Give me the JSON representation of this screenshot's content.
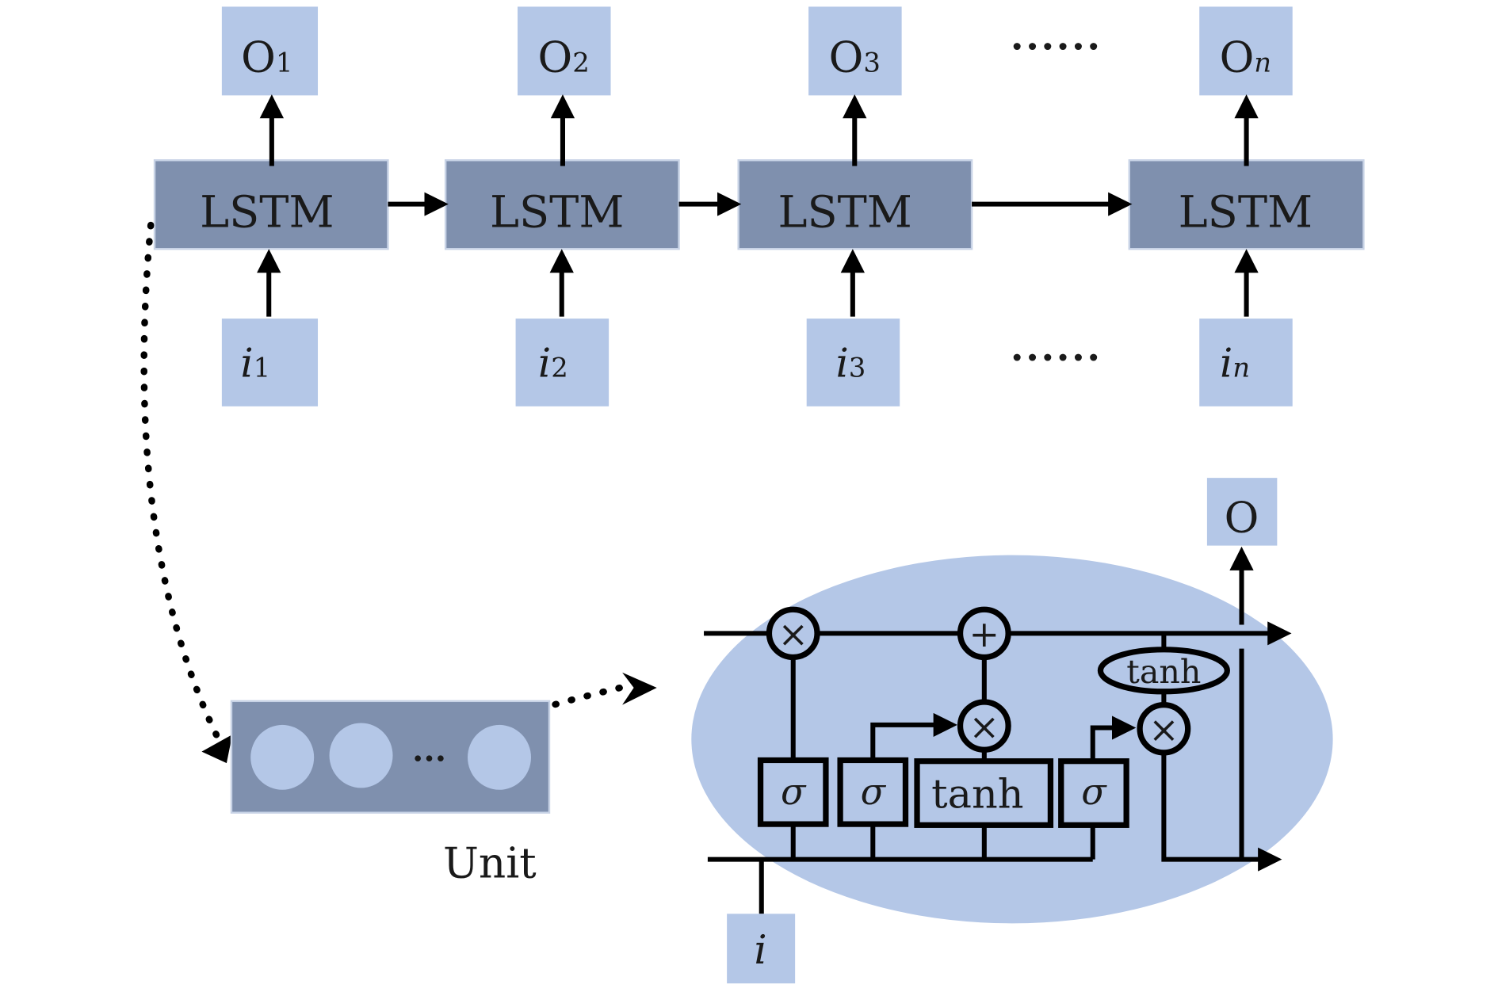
{
  "colors": {
    "light_box": "#b4c7e7",
    "dark_box": "#7f90ae",
    "cell_bg": "#b4c7e7",
    "line": "#000000"
  },
  "chain": {
    "cells": [
      {
        "label": "LSTM",
        "output": "O",
        "output_sub": "1",
        "input": "i",
        "input_sub": "1"
      },
      {
        "label": "LSTM",
        "output": "O",
        "output_sub": "2",
        "input": "i",
        "input_sub": "2"
      },
      {
        "label": "LSTM",
        "output": "O",
        "output_sub": "3",
        "input": "i",
        "input_sub": "3"
      },
      {
        "label": "LSTM",
        "output": "O",
        "output_sub": "n",
        "input": "i",
        "input_sub": "n"
      }
    ],
    "ellipsis": "......"
  },
  "unit": {
    "label": "Unit",
    "ellipsis": "..."
  },
  "cell": {
    "output": "O",
    "input": "i",
    "gates": [
      "σ",
      "σ",
      "tanh",
      "σ"
    ],
    "tanh_ellipse": "tanh",
    "multiply": "×",
    "add": "+"
  }
}
